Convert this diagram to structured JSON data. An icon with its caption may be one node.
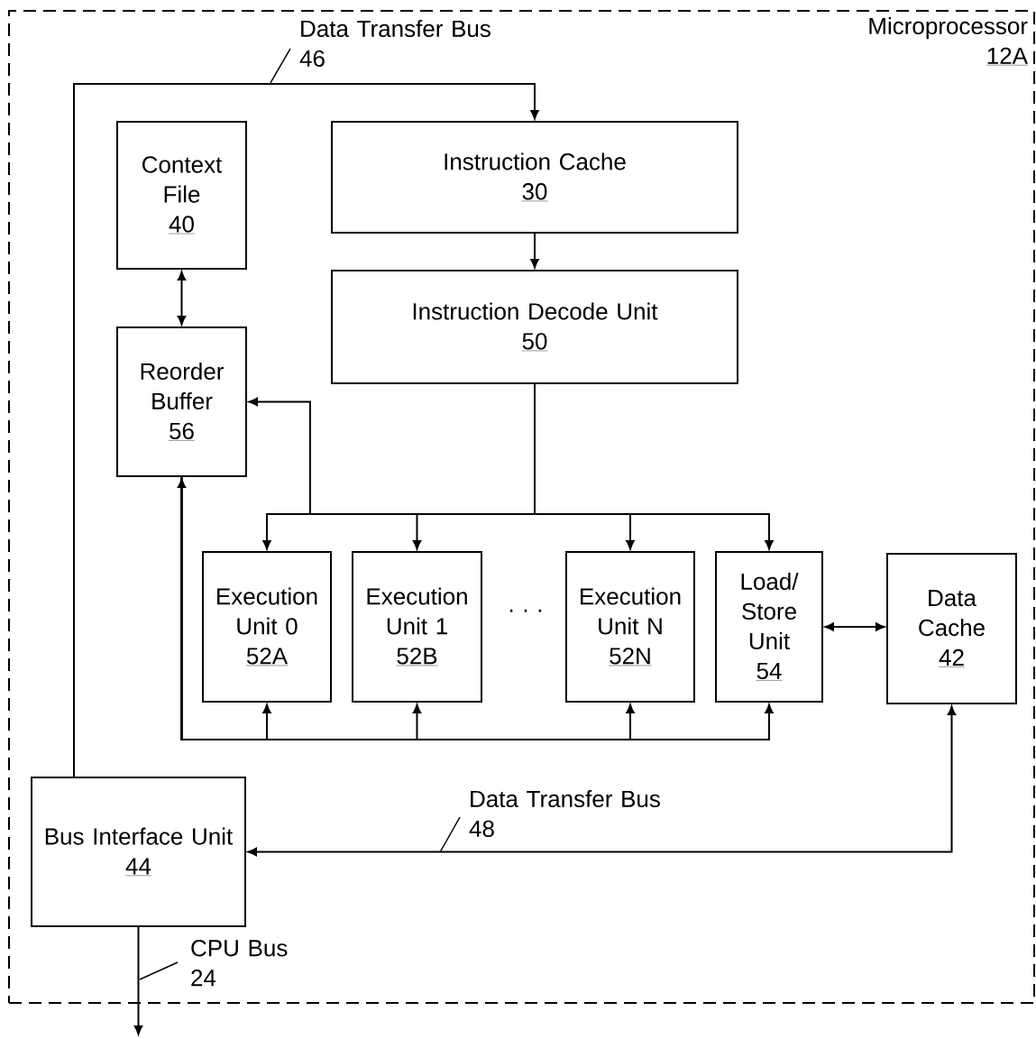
{
  "diagram": {
    "nodes": [
      {
        "text": [
          "Microprocessor",
          "12A"
        ]
      },
      {
        "text": [
          "Context File",
          "40"
        ],
        "in": 0
      },
      {
        "text": [
          "Instruction Cache",
          "30"
        ],
        "in": 0
      },
      {
        "text": [
          "Reorder Buffer",
          "56"
        ],
        "in": 0
      },
      {
        "text": [
          "Instruction Decode Unit",
          "50"
        ],
        "in": 0
      },
      {
        "text": [
          "Execution Unit 0",
          "52A"
        ],
        "in": 0
      },
      {
        "text": [
          "Execution Unit 1",
          "52B"
        ],
        "in": 0
      },
      {
        "text": [
          "Execution Unit N",
          "52N"
        ],
        "in": 0
      },
      {
        "text": [
          "Load/ Store Unit",
          "54"
        ],
        "in": 0
      },
      {
        "text": [
          "Data Cache",
          "42"
        ],
        "in": 0
      },
      {
        "text": [
          "Bus Interface Unit",
          "44"
        ],
        "in": 0
      }
    ],
    "edges": [
      {
        "from": 10,
        "to": 2,
        "arrow": "to",
        "label": "Data Transfer Bus 46"
      },
      {
        "from": 2,
        "to": 4,
        "arrow": "to"
      },
      {
        "from": 1,
        "to": 3,
        "arrow": "both"
      },
      {
        "from": 4,
        "to": 3,
        "arrow": "to"
      },
      {
        "from": 4,
        "to": 5,
        "arrow": "to"
      },
      {
        "from": 4,
        "to": 6,
        "arrow": "to"
      },
      {
        "from": 4,
        "to": 7,
        "arrow": "to"
      },
      {
        "from": 4,
        "to": 8,
        "arrow": "to"
      },
      {
        "from": 3,
        "to": 5,
        "arrow": "both"
      },
      {
        "from": 3,
        "to": 6,
        "arrow": "to"
      },
      {
        "from": 3,
        "to": 7,
        "arrow": "to"
      },
      {
        "from": 3,
        "to": 8,
        "arrow": "to"
      },
      {
        "from": 8,
        "to": 9,
        "arrow": "both"
      },
      {
        "from": 9,
        "to": 10,
        "arrow": "both",
        "label": "Data Transfer Bus 48"
      },
      {
        "from": 10,
        "to": null,
        "arrow": "to",
        "label": "CPU Bus 24"
      }
    ],
    "labels": [
      "· · ·"
    ]
  }
}
